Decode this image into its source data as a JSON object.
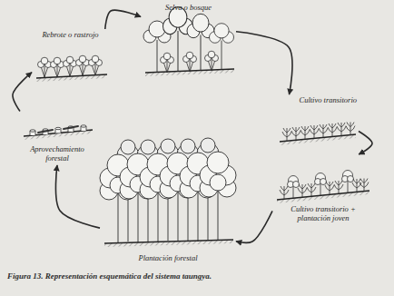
{
  "diagram": {
    "caption": "Figura 13. Representación esquemática del sistema taungya.",
    "nodes": [
      {
        "text": [
          "Selva o bosque"
        ]
      },
      {
        "text": [
          "Cultivo transitorio"
        ]
      },
      {
        "text": [
          "Cultivo transitorio + plantación joven"
        ]
      },
      {
        "text": [
          "Plantación forestal"
        ]
      },
      {
        "text": [
          "Aprovechamiento forestal"
        ]
      },
      {
        "text": [
          "Rebrote o rastrojo"
        ]
      }
    ],
    "edges": [
      {
        "from": 0,
        "to": 1,
        "arrow": "to"
      },
      {
        "from": 1,
        "to": 2,
        "arrow": "to"
      },
      {
        "from": 2,
        "to": 3,
        "arrow": "to"
      },
      {
        "from": 3,
        "to": 4,
        "arrow": "to"
      },
      {
        "from": 4,
        "to": 5,
        "arrow": "to"
      },
      {
        "from": 5,
        "to": 0,
        "arrow": "to"
      }
    ]
  }
}
